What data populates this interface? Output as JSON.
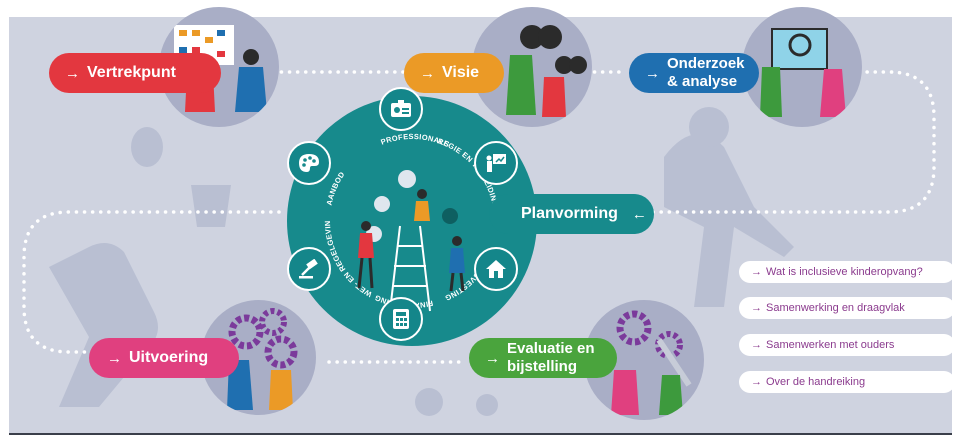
{
  "steps": {
    "vertrekpunt": {
      "arrow": "→",
      "label": "Vertrekpunt",
      "color": "#e3373f"
    },
    "visie": {
      "arrow": "→",
      "label": "Visie",
      "color": "#eb9a26"
    },
    "onderzoek": {
      "arrow": "→",
      "label_line1": "Onderzoek",
      "label_line2": "& analyse",
      "color": "#1f6fb0"
    },
    "planvorming": {
      "arrow": "←",
      "label": "Planvorming",
      "color": "#178a8c"
    },
    "uitvoering": {
      "arrow": "→",
      "label": "Uitvoering",
      "color": "#e0407f"
    },
    "evaluatie": {
      "arrow": "→",
      "label_line1": "Evaluatie en",
      "label_line2": "bijstelling",
      "color": "#4aa43d"
    }
  },
  "hub": {
    "color": "#178a8c",
    "segments": [
      {
        "id": "professionals",
        "label": "PROFESSIONALS",
        "icon": "id-card-icon"
      },
      {
        "id": "regie",
        "label": "REGIE EN TOELEIDING",
        "icon": "presentation-board-icon"
      },
      {
        "id": "huisvesting",
        "label": "HUISVESTING",
        "icon": "house-icon"
      },
      {
        "id": "financiering",
        "label": "FINANCIERING",
        "icon": "calculator-icon"
      },
      {
        "id": "wet",
        "label": "WET- EN REGELGEVING",
        "icon": "gavel-icon"
      },
      {
        "id": "aanbod",
        "label": "AANBOD",
        "icon": "palette-icon"
      }
    ]
  },
  "links": [
    {
      "arrow": "→",
      "label": "Wat is inclusieve kinderopvang?"
    },
    {
      "arrow": "→",
      "label": "Samenwerking en draagvlak"
    },
    {
      "arrow": "→",
      "label": "Samenwerken met ouders"
    },
    {
      "arrow": "→",
      "label": "Over de handreiking"
    }
  ],
  "colors": {
    "background": "#cfd3e0",
    "path_dots": "#ffffff",
    "link_text": "#8b3b8e"
  }
}
